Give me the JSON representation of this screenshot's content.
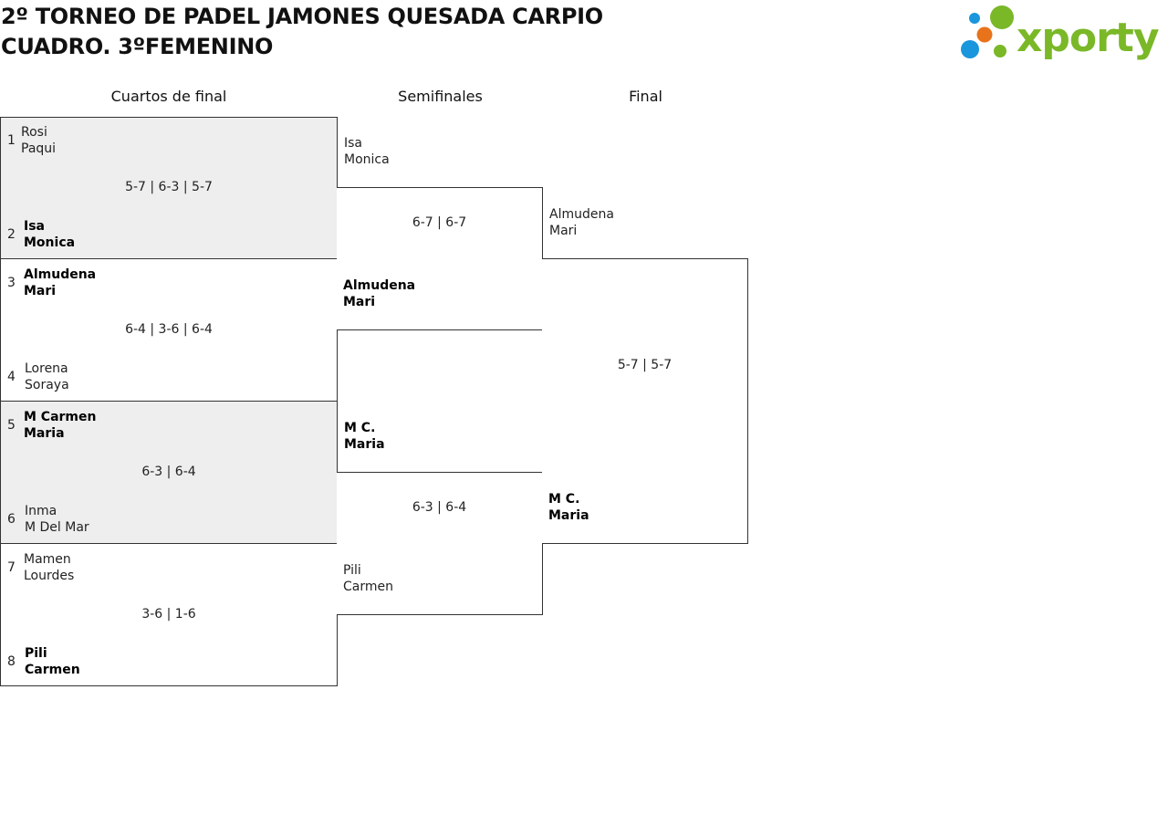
{
  "header": {
    "title_line1": "2º TORNEO DE PADEL JAMONES QUESADA CARPIO",
    "title_line2": "CUADRO. 3ºFEMENINO",
    "logo_text": "xporty",
    "logo_colors": {
      "green": "#7ab828",
      "blue": "#1a96dc",
      "orange": "#e8731b"
    }
  },
  "rounds": {
    "quarterfinals": "Cuartos de final",
    "semifinals": "Semifinales",
    "final": "Final"
  },
  "quarterfinals": [
    {
      "top": {
        "seed": "1",
        "player1": "Rosi",
        "player2": "Paqui"
      },
      "bottom": {
        "seed": "2",
        "player1": "Isa",
        "player2": "Monica"
      },
      "score": "5-7 | 6-3 | 5-7"
    },
    {
      "top": {
        "seed": "3",
        "player1": "Almudena",
        "player2": "Mari"
      },
      "bottom": {
        "seed": "4",
        "player1": "Lorena",
        "player2": "Soraya"
      },
      "score": "6-4 | 3-6 | 6-4"
    },
    {
      "top": {
        "seed": "5",
        "player1": "M Carmen",
        "player2": "Maria"
      },
      "bottom": {
        "seed": "6",
        "player1": "Inma",
        "player2": "M Del Mar"
      },
      "score": "6-3 | 6-4"
    },
    {
      "top": {
        "seed": "7",
        "player1": "Mamen",
        "player2": "Lourdes"
      },
      "bottom": {
        "seed": "8",
        "player1": "Pili",
        "player2": "Carmen"
      },
      "score": "3-6 | 1-6"
    }
  ],
  "semifinals": [
    {
      "top": {
        "player1": "Isa",
        "player2": "Monica"
      },
      "bottom": {
        "player1": "Almudena",
        "player2": "Mari"
      },
      "score": "6-7 | 6-7"
    },
    {
      "top": {
        "player1": "M C.",
        "player2": "Maria"
      },
      "bottom": {
        "player1": "Pili",
        "player2": "Carmen"
      },
      "score": "6-3 | 6-4"
    }
  ],
  "final": {
    "top": {
      "player1": "Almudena",
      "player2": "Mari"
    },
    "bottom": {
      "player1": "M C.",
      "player2": "Maria"
    },
    "score": "5-7 | 5-7"
  }
}
